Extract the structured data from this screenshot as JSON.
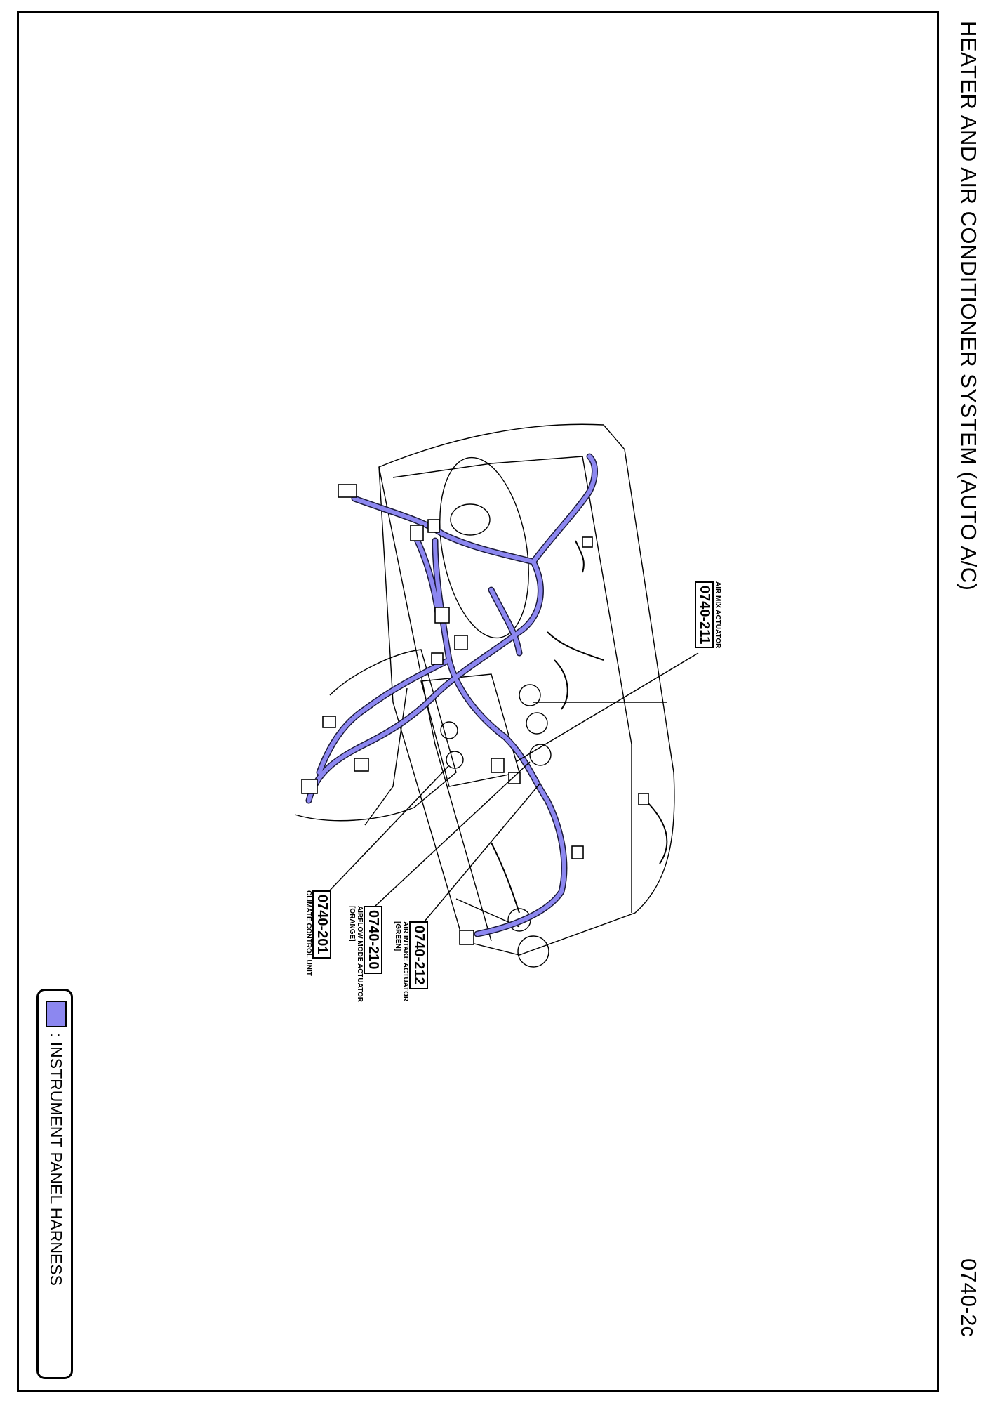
{
  "header": {
    "title": "HEATER AND AIR CONDITIONER SYSTEM (AUTO A/C)",
    "doc_number": "0740-2c"
  },
  "legend": {
    "label": ": INSTRUMENT PANEL HARNESS",
    "harness_color": "#8c87f0"
  },
  "callouts": [
    {
      "code": "0740-211",
      "caption": "AIR MIX ACTUATOR",
      "note": ""
    },
    {
      "code": "0740-212",
      "caption": "AIR INTAKE ACTUATOR",
      "note": "[GREEN]"
    },
    {
      "code": "0740-210",
      "caption": "AIRFLOW MODE ACTUATOR",
      "note": "[ORANGE]"
    },
    {
      "code": "0740-201",
      "caption": "CLIMATE CONTROL UNIT",
      "note": ""
    }
  ]
}
